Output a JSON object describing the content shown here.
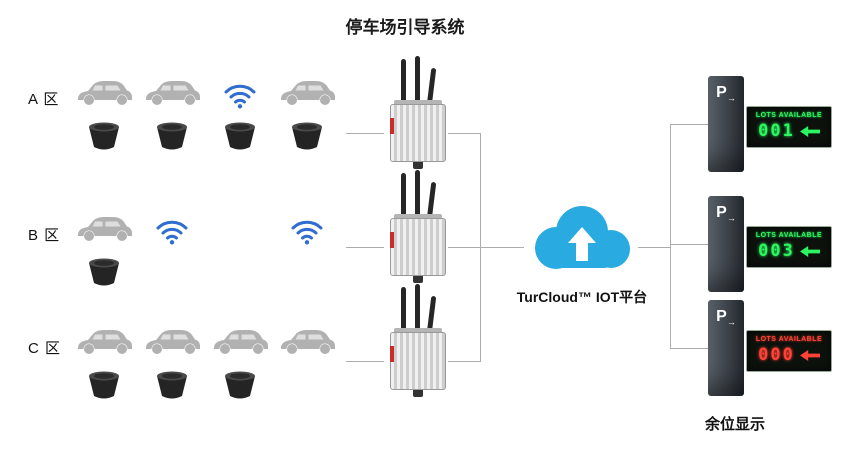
{
  "title": "停车场引导系统",
  "zones": [
    {
      "label": "A 区",
      "slots": [
        "car",
        "car",
        "wifi",
        "car"
      ],
      "sensors": [
        true,
        true,
        true,
        true
      ]
    },
    {
      "label": "B 区",
      "slots": [
        "car",
        "wifi",
        "none",
        "wifi"
      ],
      "sensors": [
        true,
        false,
        false,
        false
      ]
    },
    {
      "label": "C 区",
      "slots": [
        "car",
        "car",
        "car",
        "car"
      ],
      "sensors": [
        true,
        true,
        true,
        false
      ]
    }
  ],
  "cloud": {
    "label": "TurCloud™ IOT平台",
    "color": "#29abe2"
  },
  "displays": [
    {
      "sign": "P",
      "sign_arrow": "→",
      "panel_label": "LOTS AVAILABLE",
      "value": "001",
      "led_color": "#2bf55f",
      "arrow_direction": "left"
    },
    {
      "sign": "P",
      "sign_arrow": "→",
      "panel_label": "LOTS AVAILABLE",
      "value": "003",
      "led_color": "#2bf55f",
      "arrow_direction": "left"
    },
    {
      "sign": "P",
      "sign_arrow": "→",
      "panel_label": "LOTS AVAILABLE",
      "value": "000",
      "led_color": "#ff4136",
      "arrow_direction": "left"
    }
  ],
  "footer_label": "余位显示",
  "colors": {
    "car": "#b1b1b1",
    "wifi": "#2f6ed0",
    "line": "#aaadb0",
    "cloud": "#29abe2",
    "led_green": "#2bf55f",
    "led_red": "#ff4136"
  }
}
